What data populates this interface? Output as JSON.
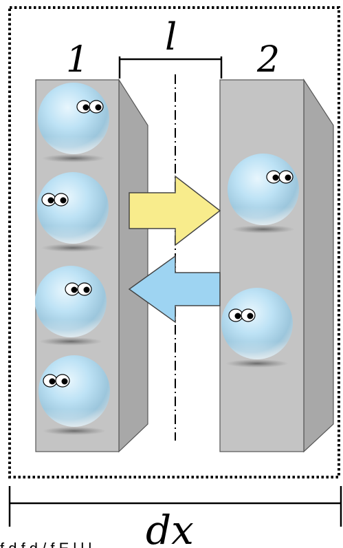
{
  "diagram": {
    "plate_1_label": "1",
    "plate_2_label": "2",
    "gap_label": "l",
    "width_label": "dx",
    "cropped_caption_fragment": "f d        f    d / f  E l l l"
  },
  "plates": [
    {
      "id": "1",
      "particle_count": 4
    },
    {
      "id": "2",
      "particle_count": 2
    }
  ],
  "flows": [
    {
      "direction": "from plate 1 to plate 2",
      "color": "#f8ec8c"
    },
    {
      "direction": "from plate 2 to plate 1",
      "color": "#9ed4f2"
    }
  ],
  "colors": {
    "plate_front": "#c4c4c4",
    "plate_side": "#a8a8a8",
    "particle": "#bde2f5",
    "arrow_right": "#f8ec8c",
    "arrow_left": "#9ed4f2",
    "frame": "#000000"
  }
}
